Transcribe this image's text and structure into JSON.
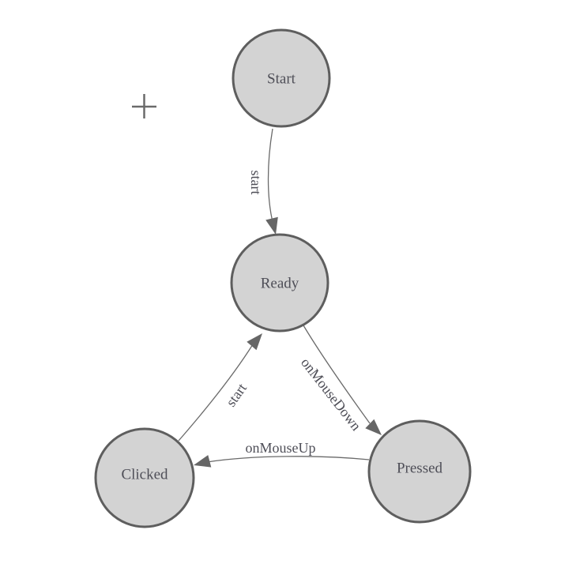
{
  "diagram": {
    "nodes": [
      {
        "id": "start",
        "label": "Start"
      },
      {
        "id": "ready",
        "label": "Ready"
      },
      {
        "id": "clicked",
        "label": "Clicked"
      },
      {
        "id": "pressed",
        "label": "Pressed"
      }
    ],
    "edges": [
      {
        "id": "start-to-ready",
        "from": "Start",
        "to": "Ready",
        "label": "start"
      },
      {
        "id": "ready-to-pressed",
        "from": "Ready",
        "to": "Pressed",
        "label": "onMouseDown"
      },
      {
        "id": "pressed-to-clicked",
        "from": "Pressed",
        "to": "Clicked",
        "label": "onMouseUp"
      },
      {
        "id": "clicked-to-ready",
        "from": "Clicked",
        "to": "Ready",
        "label": "start"
      }
    ]
  },
  "icons": {
    "crosshair_cursor": "+"
  },
  "palette": {
    "background": "#ffffff",
    "node_fill": "#d3d3d3",
    "node_stroke": "#5e5e5e",
    "edge_stroke": "#6a6a6a",
    "arrow_fill": "#666666",
    "label_color": "#4e4e57",
    "cursor_color": "#6b6b6b"
  }
}
